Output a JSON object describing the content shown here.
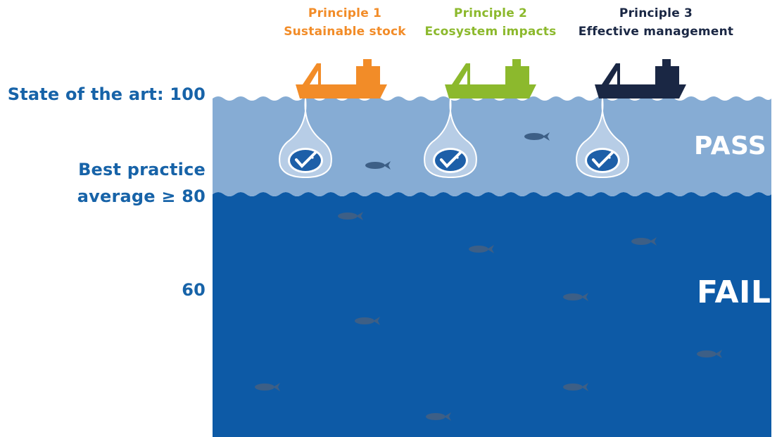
{
  "principles": [
    {
      "number_label": "Principle 1",
      "name": "Sustainable stock",
      "color": "#f28c28"
    },
    {
      "number_label": "Principle 2",
      "name": "Ecosystem impacts",
      "color": "#8cb92d"
    },
    {
      "number_label": "Principle 3",
      "name": "Effective management",
      "color": "#1a2744"
    }
  ],
  "scale": {
    "state_of_art": "State of the art: 100",
    "best_practice_line1": "Best practice",
    "best_practice_line2": "average ≥ 80",
    "sixty": "60"
  },
  "bands": {
    "pass": "PASS",
    "fail": "FAIL"
  },
  "colors": {
    "pass_band": "#86acd4",
    "fail_band": "#0d5aa6",
    "label_blue": "#1763a8",
    "fish": "#3d5f86",
    "drop": "#b7cde6",
    "drop_outline": "#ffffff"
  },
  "icons": {
    "certification": "msc-blue-fish-tick-icon",
    "ship": "fishing-boat-icon",
    "fish": "fish-icon"
  }
}
